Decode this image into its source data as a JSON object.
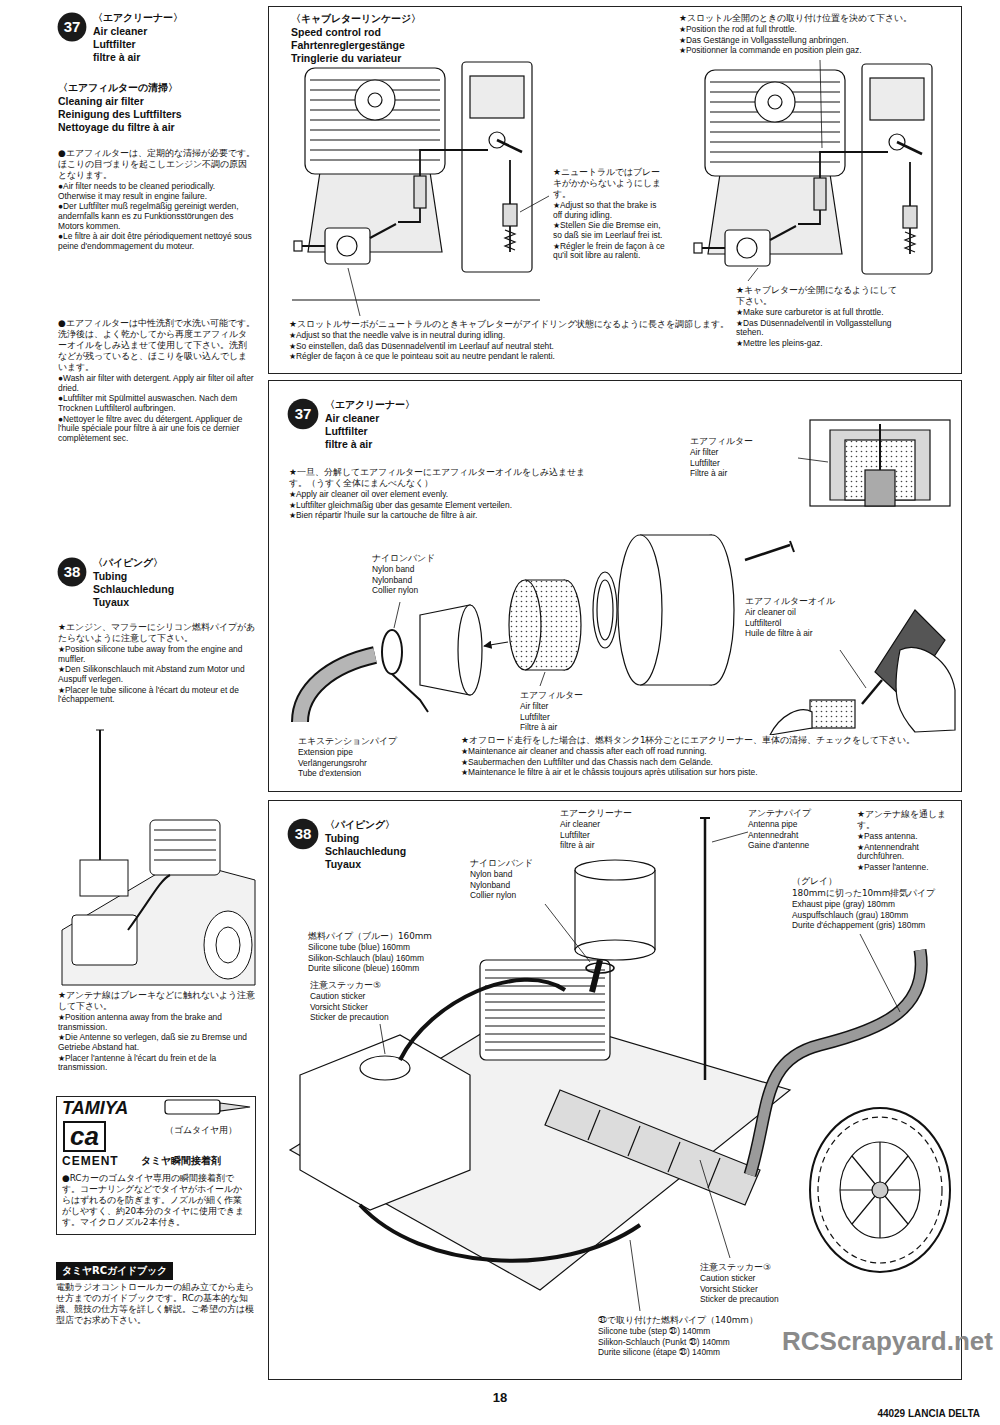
{
  "diagram": {
    "nodes": [
      {
        "text": [
          "37"
        ]
      },
      {
        "text": [
          "38"
        ]
      },
      {
        "text": [
          "TAMIYA",
          "ca",
          "CEMENT",
          "（ゴムタイヤ用）",
          "タミヤ瞬間接着剤",
          "●RCカーのゴムタイヤ専用の瞬間接着剤です。コーナリングなどでタイヤがホイールからはずれるのを防ぎます。ノズルが細く作業がしやすく、約20本分のタイヤに使用できます。マイクロノズル2本付き。"
        ]
      },
      {
        "text": [
          "タミヤRCガイドブック",
          "電動ラジオコントロールカーの組み立てから走らせ方までのガイドブックです。RCの基本的な知識、競技の仕方等を詳しく解説。ご希望の方は模型店でお求め下さい。"
        ]
      },
      {
        "text": [
          "〈キャブレターリンケージ〉",
          "Speed control rod",
          "Fahrtenreglergestänge",
          "Tringlerie du variateur",
          "★ニュートラルではブレーキがかからないようにします。",
          "★Adjust so that the brake is off during idling.",
          "★Stellen Sie die Bremse ein, so daß sie im Leerlauf frei ist.",
          "★Régler le frein de façon à ce qu'il soit libre au ralenti.",
          "★スロットルサーボがニュートラルのときキャブレターがアイドリング状態になるように長さを調節します。",
          "★Adjust so that the needle valve is in neutral during idling.",
          "★So einstellen, daß das Düsennadelventil im Leerlauf auf neutral steht.",
          "★Régler de façon à ce que le pointeau soit au neutre pendant le ralenti.",
          "★スロットル全開のときの取り付け位置を決めて下さい。",
          "★Position the rod at full throttle.",
          "★Das Gestänge in Vollgasstellung anbringen.",
          "★Positionner la commande en position plein gaz.",
          "★キャブレターが全開になるようにして下さい。",
          "★Make sure carburetor is at full throttle.",
          "★Das Düsennadelventil in Vollgasstellung stehen.",
          "★Mettre les pleins-gaz."
        ]
      },
      {
        "text": [
          "〈エアクリーナー〉",
          "Air cleaner",
          "Luftfilter",
          "filtre à air",
          "★一旦、分解してエアフィルターにエアフィルターオイルをしみ込ませます。（うすく全体にまんべんなく）",
          "★Apply air cleaner oil over element evenly.",
          "★Luftfilter gleichmäßig über das gesamte Element verteilen.",
          "★Bien répartir l'huile sur la cartouche de filtre à air.",
          "★オフロード走行をした場合は、燃料タンク1杯分ごとにエアクリーナー、車体の清掃、チェックをして下さい。",
          "★Maintenance air cleaner and chassis after each off road running.",
          "★Saubermachen den Luftfilter und das Chassis nach dem Gelände.",
          "★Maintenance le filtre à air et le châssis toujours après utilisation sur hors piste."
        ]
      },
      {
        "text": [
          "37"
        ],
        "in": 5
      },
      {
        "text": [
          "〈パイピング〉",
          "Tubing",
          "Schlauchledung",
          "Tuyaux",
          "★アンテナ線を通します。",
          "★Pass antenna.",
          "★Antennendraht durchführen.",
          "★Passer l'antenne."
        ]
      },
      {
        "text": [
          "38"
        ],
        "in": 7
      }
    ],
    "labels": [
      "〈エアクリーナー〉",
      "Air cleaner",
      "Luftfilter",
      "filtre à air",
      "〈エアフィルターの清掃〉",
      "Cleaning air filter",
      "Reinigung des Luftfilters",
      "Nettoyage du filtre à air",
      "●エアフィルターは、定期的な清掃が必要です。ほこりの目づまりを起こしエンジン不調の原因となります。",
      "●Air filter needs to be cleaned periodically. Otherwise it may result in engine failure.",
      "●Der Luftfilter muß regelmäßig gereinigt werden, andernfalls kann es zu Funktionsstörungen des Motors kommen.",
      "●Le filtre à air doit être périodiquement nettoyé sous peine d'endommagement du moteur.",
      "●エアフィルターは中性洗剤で水洗い可能です。洗浄後は、よく乾かしてから再度エアフィルターオイルをしみ込ませて使用して下さい。洗剤などが残っていると、ほこりを吸い込んでしまいます。",
      "●Wash air filter with detergent. Apply air filter oil after dried.",
      "●Luftfilter mit Spülmittel auswaschen. Nach dem Trocknen Luftfilteröl aufbringen.",
      "●Nettoyer le filtre avec du détergent. Appliquer de l'huile spéciale pour filtre à air une fois ce dernier complètement sec.",
      "〈パイピング〉",
      "Tubing",
      "Schlauchledung",
      "Tuyaux",
      "★エンジン、マフラーにシリコン燃料パイプがあたらないように注意して下さい。",
      "★Position silicone tube away from the engine and muffler.",
      "★Den Silikonschlauch mit Abstand zum Motor und Auspuff verlegen.",
      "★Placer le tube silicone à l'écart du moteur et de l'échappement.",
      "★アンテナ線はブレーキなどに触れないよう注意して下さい。",
      "★Position antenna away from the brake and transmission.",
      "★Die Antenne so verlegen, daß sie zu Bremse und Getriebe Abstand hat.",
      "★Placer l'antenne à l'écart du frein et de la transmission.",
      "エアフィルター",
      "Air filter",
      "Luftfilter",
      "Filtre à air",
      "ナイロンバンド",
      "Nylon band",
      "Nylonband",
      "Collier nylon",
      "エアフィルター",
      "Air filter",
      "Luftfilter",
      "Filtre à air",
      "エアフィルターオイル",
      "Air cleaner oil",
      "Luftfilteröl",
      "Huile de filtre à air",
      "エキステンションパイプ",
      "Extension pipe",
      "Verlängerungsrohr",
      "Tube d'extension",
      "エアークリーナー",
      "Air cleaner",
      "Luftfilter",
      "filtre à air",
      "ナイロンバンド",
      "Nylon band",
      "Nylonband",
      "Collier nylon",
      "アンテナパイプ",
      "Antenna pipe",
      "Antennedraht",
      "Gaine d'antenne",
      "（グレイ）",
      "180mmに切った10mm排気パイプ",
      "Exhaust pipe (gray) 180mm",
      "Auspuffschlauch (grau) 180mm",
      "Durite d'échappement (gris) 180mm",
      "燃料パイプ（ブルー）160mm",
      "Silicone tube (blue) 160mm",
      "Silikon-Schlauch (blau) 160mm",
      "Durite silicone (bleue) 160mm",
      "注意ステッカー⑤",
      "Caution sticker",
      "Vorsicht Sticker",
      "Sticker de precaution",
      "注意ステッカー③",
      "Caution sticker",
      "Vorsicht Sticker",
      "Sticker de precaution",
      "㉛で取り付けた燃料パイプ（140mm）",
      "Silicone tube (step ㉛) 140mm",
      "Silikon-Schlauch (Punkt ㉛) 140mm",
      "Durite silicone (étape ㉛) 140mm",
      "18",
      "44029 LANCIA DELTA",
      "RCScrapyard.net"
    ]
  }
}
